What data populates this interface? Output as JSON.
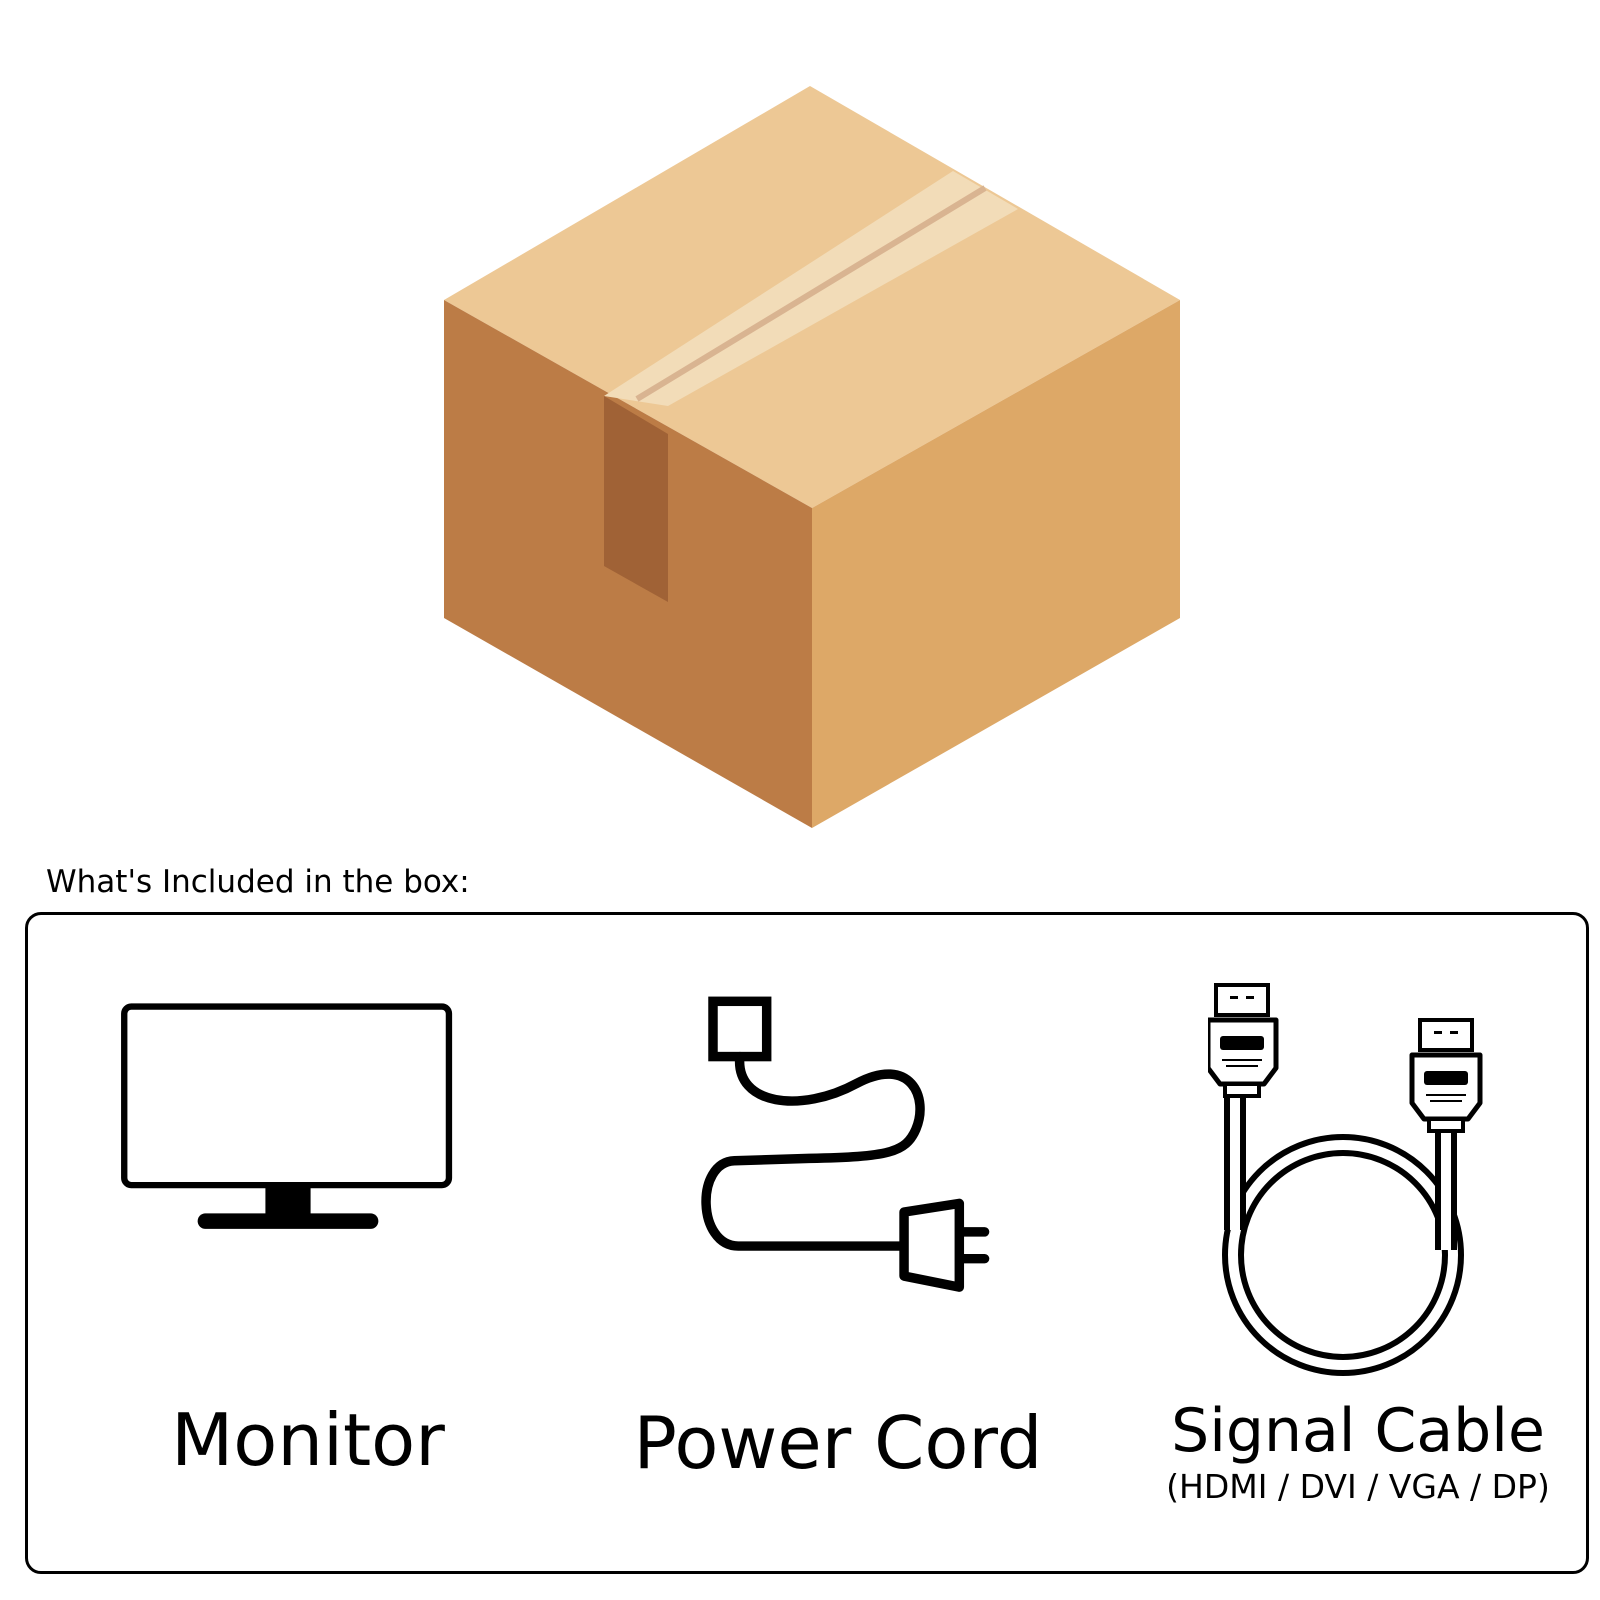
{
  "section": {
    "heading": "What's Included in the box:"
  },
  "items": [
    {
      "label": "Monitor",
      "icon": "monitor-icon"
    },
    {
      "label": "Power Cord",
      "icon": "power-cord-icon"
    },
    {
      "label": "Signal Cable",
      "sublabel": "(HDMI / DVI / VGA / DP)",
      "icon": "signal-cable-icon"
    }
  ],
  "hero": {
    "icon": "cardboard-box-icon"
  },
  "colors": {
    "box_top": "#EDC895",
    "box_left": "#BC7C46",
    "box_right": "#DDA867",
    "tape_light": "#F2DCB8",
    "tape_line": "#D9B491",
    "tape_dark": "#A06236",
    "stroke": "#000000"
  }
}
